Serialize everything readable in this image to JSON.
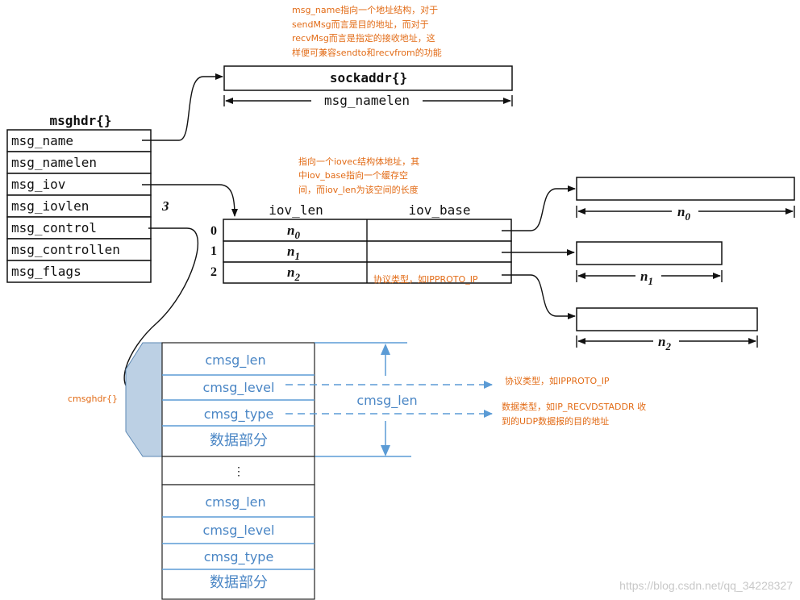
{
  "msghdr": {
    "title": "msghdr{}",
    "fields": [
      "msg_name",
      "msg_namelen",
      "msg_iov",
      "msg_iovlen",
      "msg_control",
      "msg_controllen",
      "msg_flags"
    ],
    "iovlen_value": "3"
  },
  "sockaddr": {
    "title": "sockaddr{}",
    "length_label": "msg_namelen"
  },
  "iov": {
    "headers": [
      "iov_len",
      "iov_base"
    ],
    "indices": [
      "0",
      "1",
      "2"
    ],
    "lens": [
      "n0",
      "n1",
      "n2"
    ],
    "proto_note": "协议类型，如IPPROTO_IP"
  },
  "buffers": {
    "labels": [
      "n0",
      "n1",
      "n2"
    ]
  },
  "notes": {
    "msg_name": [
      "msg_name指向一个地址结构，对于",
      "sendMsg而言是目的地址，而对于",
      "recvMsg而言是指定的接收地址，这",
      "样便可兼容sendto和recvfrom的功能"
    ],
    "iovec": [
      "指向一个iovec结构体地址，其",
      "中iov_base指向一个缓存空",
      "间，而iov_len为该空间的长度"
    ],
    "cmsghdr": "cmsghdr{}",
    "level": "协议类型，如IPPROTO_IP",
    "type": [
      "数据类型，如IP_RECVDSTADDR 收",
      "到的UDP数据报的目的地址"
    ]
  },
  "cmsg": {
    "fields_1": [
      "cmsg_len",
      "cmsg_level",
      "cmsg_type",
      "数据部分"
    ],
    "ellipsis": "⋮",
    "fields_2": [
      "cmsg_len",
      "cmsg_level",
      "cmsg_type",
      "数据部分"
    ],
    "span_label": "cmsg_len"
  },
  "watermark": "https://blog.csdn.net/qq_34228327",
  "colors": {
    "note": "#e26b16",
    "blue": "#5b9bd5",
    "blue_text": "#4a86c5",
    "cmsghdr_fill": "#bcd0e4"
  }
}
